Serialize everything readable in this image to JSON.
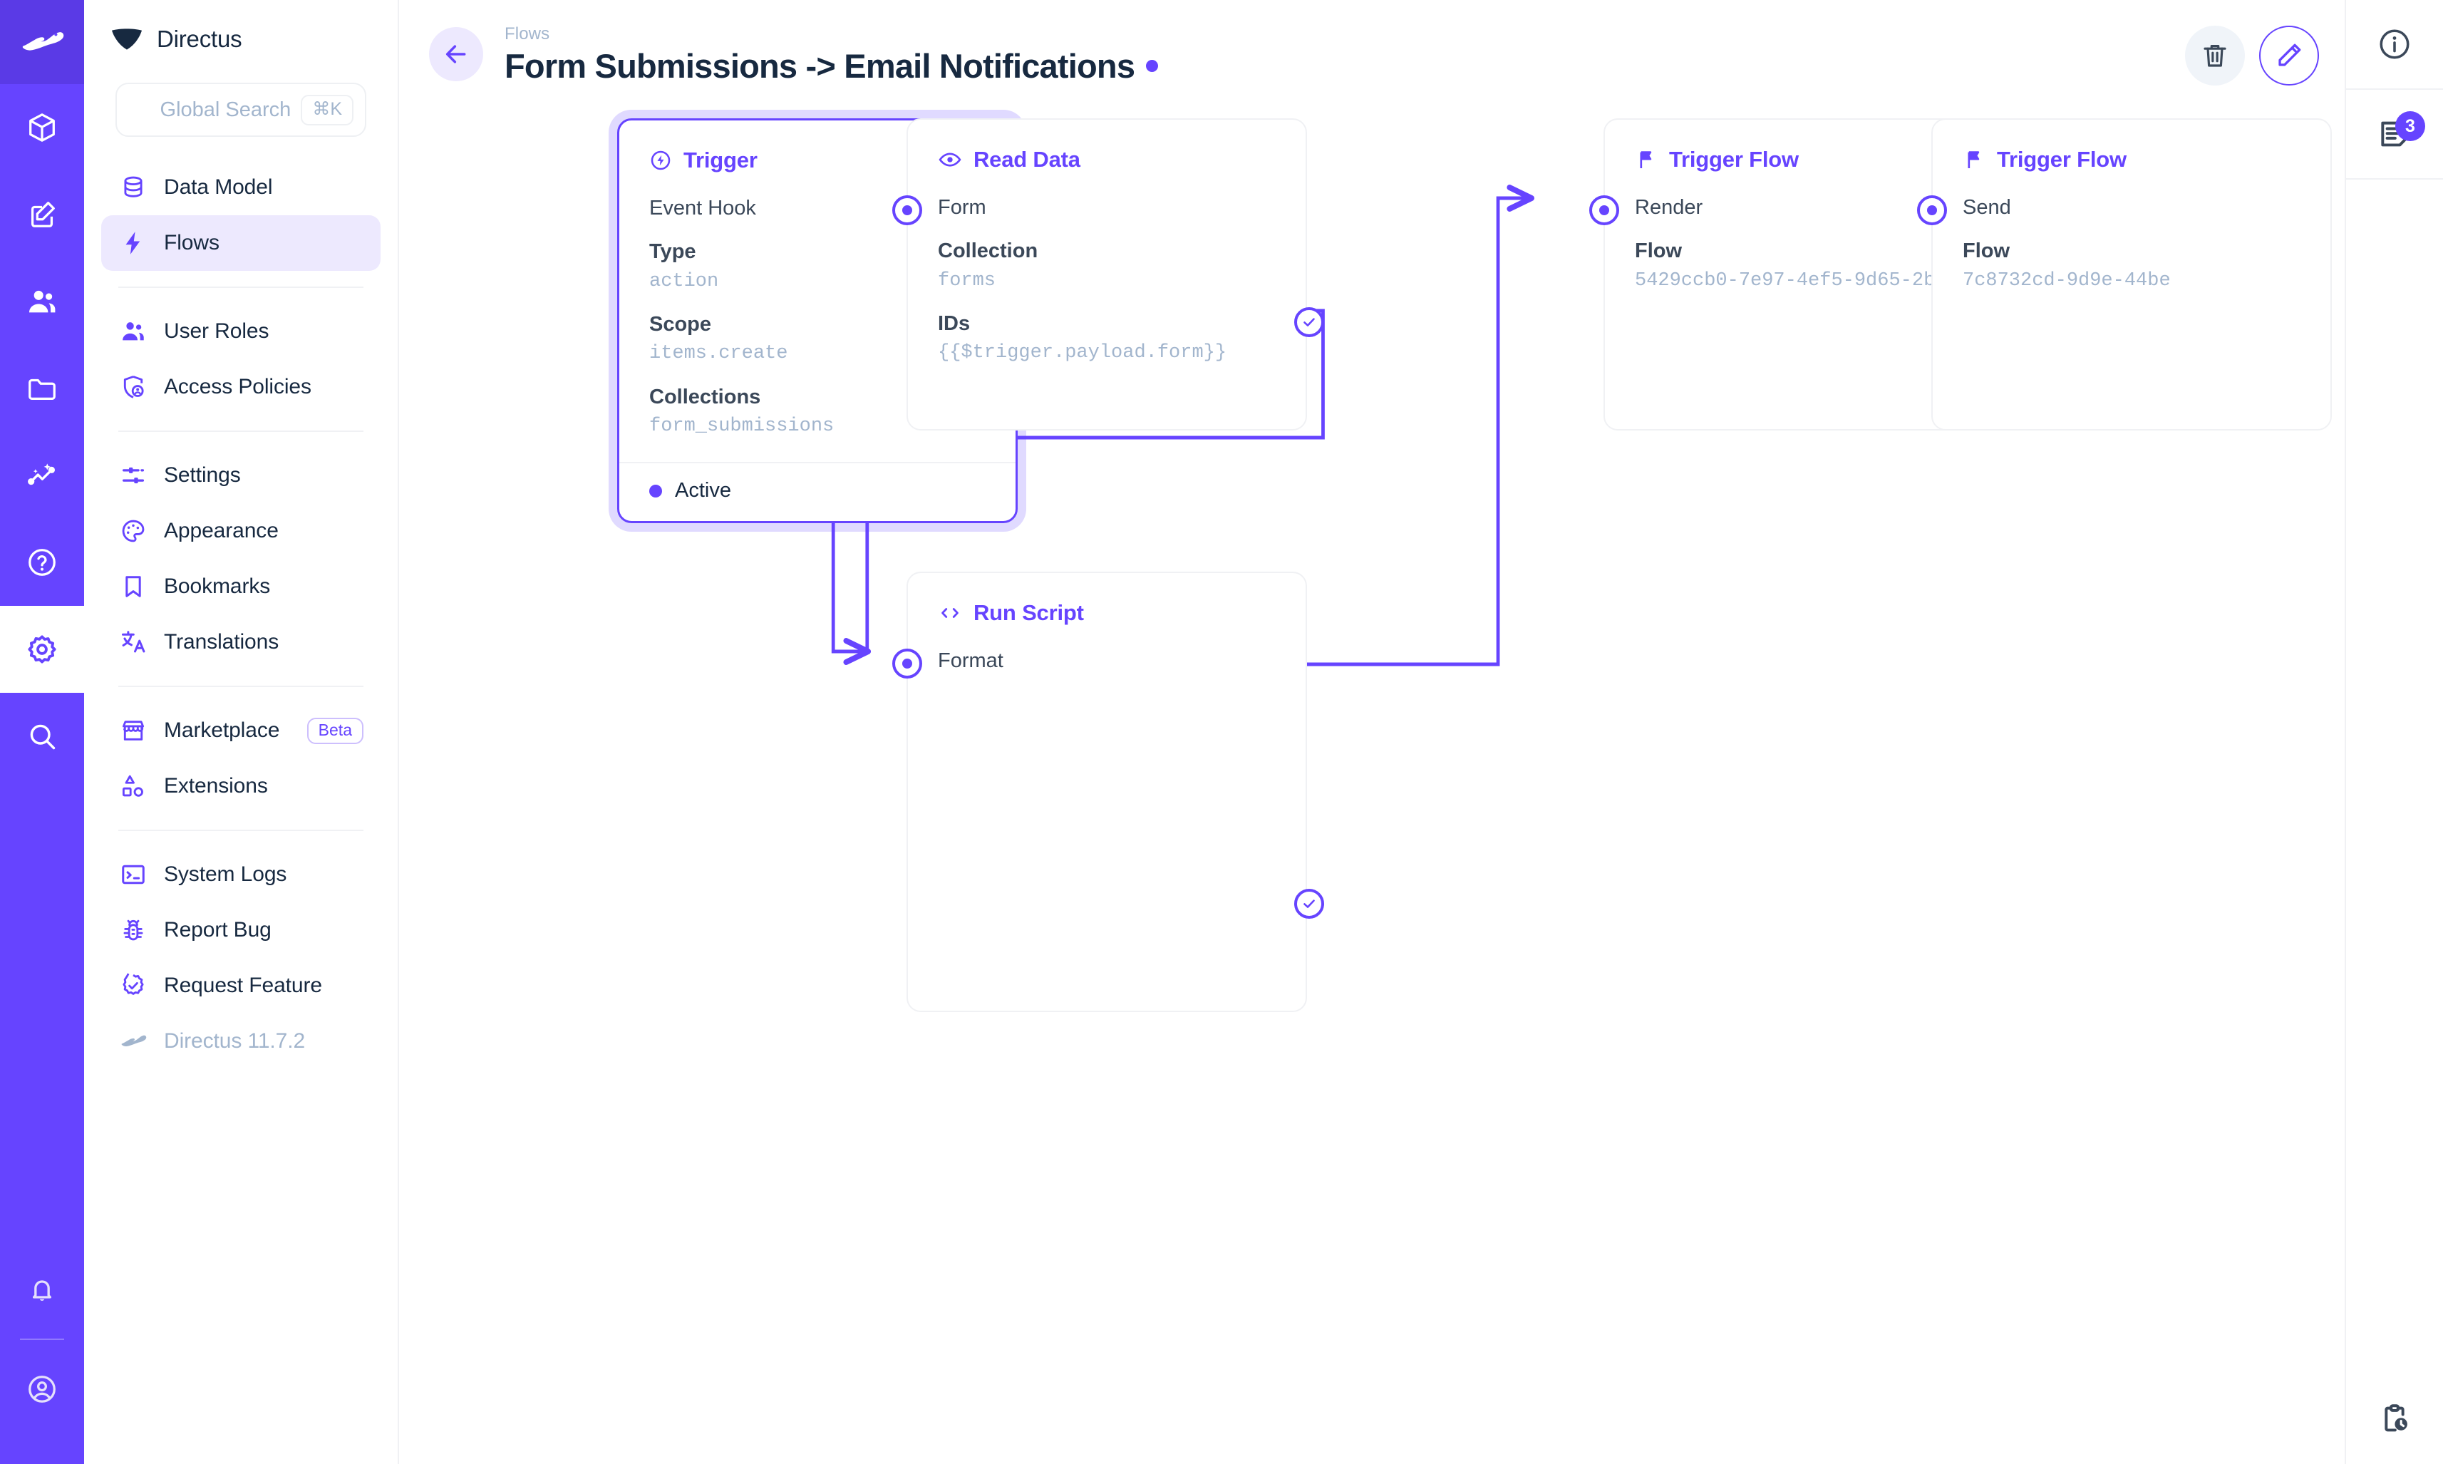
{
  "app": {
    "brand_name": "Directus",
    "version_label": "Directus 11.7.2"
  },
  "search": {
    "placeholder": "Global Search",
    "shortcut": "⌘K"
  },
  "sidebar": {
    "groups": [
      {
        "items": [
          {
            "label": "Data Model",
            "icon": "database-icon",
            "active": false
          },
          {
            "label": "Flows",
            "icon": "bolt-icon",
            "active": true
          }
        ]
      },
      {
        "items": [
          {
            "label": "User Roles",
            "icon": "users-icon",
            "active": false
          },
          {
            "label": "Access Policies",
            "icon": "shield-person-icon",
            "active": false
          }
        ]
      },
      {
        "items": [
          {
            "label": "Settings",
            "icon": "sliders-icon",
            "active": false
          },
          {
            "label": "Appearance",
            "icon": "palette-icon",
            "active": false
          },
          {
            "label": "Bookmarks",
            "icon": "bookmark-icon",
            "active": false
          },
          {
            "label": "Translations",
            "icon": "translate-icon",
            "active": false
          }
        ]
      },
      {
        "items": [
          {
            "label": "Marketplace",
            "icon": "storefront-icon",
            "badge": "Beta",
            "active": false
          },
          {
            "label": "Extensions",
            "icon": "shapes-icon",
            "active": false
          }
        ]
      },
      {
        "items": [
          {
            "label": "System Logs",
            "icon": "terminal-icon",
            "active": false
          },
          {
            "label": "Report Bug",
            "icon": "bug-icon",
            "active": false
          },
          {
            "label": "Request Feature",
            "icon": "rosette-check-icon",
            "active": false
          }
        ]
      }
    ]
  },
  "module_rail": {
    "items": [
      {
        "icon": "directus-rabbit-icon",
        "active": true
      },
      {
        "icon": "box-icon",
        "active": false
      },
      {
        "icon": "edit-square-icon",
        "active": false
      },
      {
        "icon": "users-icon",
        "active": false
      },
      {
        "icon": "folder-icon",
        "active": false
      },
      {
        "icon": "insights-icon",
        "active": false
      },
      {
        "icon": "help-circle-icon",
        "active": false
      },
      {
        "icon": "gear-icon",
        "active": true
      },
      {
        "icon": "search-icon",
        "active": false
      }
    ],
    "bottom_items": [
      {
        "icon": "bell-icon"
      },
      {
        "icon": "account-circle-icon"
      }
    ]
  },
  "header": {
    "breadcrumb": "Flows",
    "title": "Form Submissions -> Email Notifications",
    "status_dot_color": "#6644ff",
    "back_icon": "arrow-left-icon",
    "actions": [
      {
        "name": "delete-flow-button",
        "icon": "trash-icon"
      },
      {
        "name": "edit-flow-button",
        "icon": "pencil-icon"
      }
    ]
  },
  "right_sidebar": {
    "items": [
      {
        "icon": "info-circle-icon",
        "badge": null
      },
      {
        "icon": "flow-logs-icon",
        "badge": "3"
      }
    ],
    "bottom_items": [
      {
        "icon": "clipboard-clock-icon"
      }
    ]
  },
  "flow": {
    "nodes": [
      {
        "id": "trigger",
        "title": "Trigger",
        "icon": "trigger-bolt-icon",
        "subtitle": "Event Hook",
        "selected": true,
        "fields": [
          {
            "key": "Type",
            "value": "action"
          },
          {
            "key": "Scope",
            "value": "items.create"
          },
          {
            "key": "Collections",
            "value": "form_submissions"
          }
        ],
        "status": "Active"
      },
      {
        "id": "read-data",
        "title": "Read Data",
        "icon": "eye-icon",
        "subtitle": "Form",
        "selected": false,
        "fields": [
          {
            "key": "Collection",
            "value": "forms"
          },
          {
            "key": "IDs",
            "value": "{{$trigger.payload.form}}"
          }
        ]
      },
      {
        "id": "run-script",
        "title": "Run Script",
        "icon": "code-icon",
        "subtitle": "Format",
        "selected": false,
        "fields": []
      },
      {
        "id": "trigger-flow-render",
        "title": "Trigger Flow",
        "icon": "flag-icon",
        "subtitle": "Render",
        "selected": false,
        "fields": [
          {
            "key": "Flow",
            "value": "5429ccb0-7e97-4ef5-9d65-2b…"
          }
        ]
      },
      {
        "id": "trigger-flow-send",
        "title": "Trigger Flow",
        "icon": "flag-icon",
        "subtitle": "Send",
        "selected": false,
        "fields": [
          {
            "key": "Flow",
            "value": "7c8732cd-9d9e-44be"
          }
        ]
      }
    ]
  },
  "colors": {
    "accent": "#6644ff",
    "accent_soft": "#ede9fe",
    "text": "#172940",
    "muted": "#a2b5cd",
    "border": "#f0f1f4"
  }
}
